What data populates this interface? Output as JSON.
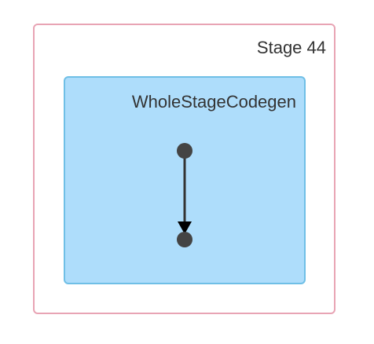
{
  "stage": {
    "label": "Stage 44"
  },
  "cluster": {
    "label": "WholeStageCodegen"
  },
  "nodes": [
    {
      "id": "node-1"
    },
    {
      "id": "node-2"
    }
  ],
  "edges": [
    {
      "from": "node-1",
      "to": "node-2"
    }
  ],
  "colors": {
    "stage_border": "#e8a4b4",
    "cluster_fill": "#aeddfb",
    "cluster_border": "#6fbfe6",
    "node_fill": "#444444",
    "edge": "#333333",
    "text": "#333333"
  }
}
